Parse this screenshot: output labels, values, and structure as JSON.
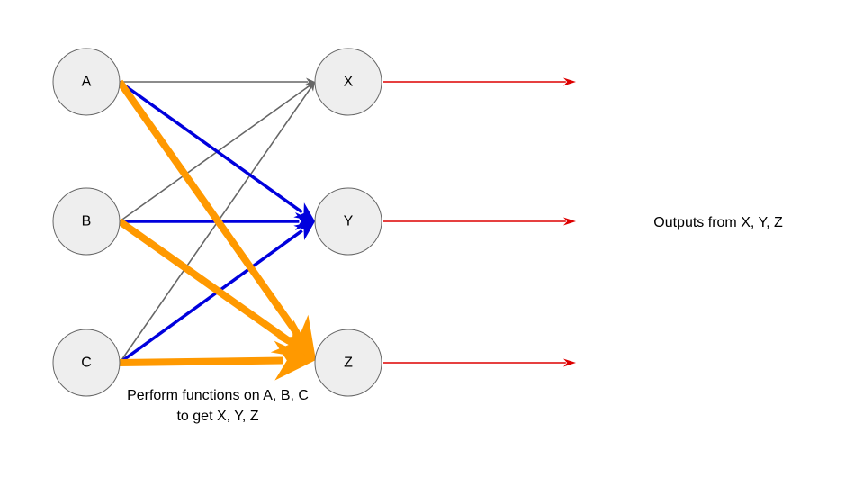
{
  "diagram": {
    "inputs": [
      {
        "id": "A",
        "label": "A"
      },
      {
        "id": "B",
        "label": "B"
      },
      {
        "id": "C",
        "label": "C"
      }
    ],
    "outputs": [
      {
        "id": "X",
        "label": "X"
      },
      {
        "id": "Y",
        "label": "Y"
      },
      {
        "id": "Z",
        "label": "Z"
      }
    ],
    "edges": [
      {
        "from": "A",
        "to": "X",
        "kind": "thin"
      },
      {
        "from": "B",
        "to": "X",
        "kind": "thin"
      },
      {
        "from": "C",
        "to": "X",
        "kind": "thin"
      },
      {
        "from": "A",
        "to": "Y",
        "kind": "medium"
      },
      {
        "from": "B",
        "to": "Y",
        "kind": "medium"
      },
      {
        "from": "C",
        "to": "Y",
        "kind": "medium"
      },
      {
        "from": "A",
        "to": "Z",
        "kind": "thick"
      },
      {
        "from": "B",
        "to": "Z",
        "kind": "thick"
      },
      {
        "from": "C",
        "to": "Z",
        "kind": "thick"
      }
    ],
    "output_arrows": [
      "X",
      "Y",
      "Z"
    ],
    "colors": {
      "thin": "#666666",
      "medium": "#0000dd",
      "thick": "#ff9900",
      "output": "#dd0000"
    },
    "captions": {
      "functions_line1": "Perform functions on A, B, C",
      "functions_line2": "to get X, Y, Z",
      "outputs": "Outputs from X, Y, Z"
    }
  }
}
